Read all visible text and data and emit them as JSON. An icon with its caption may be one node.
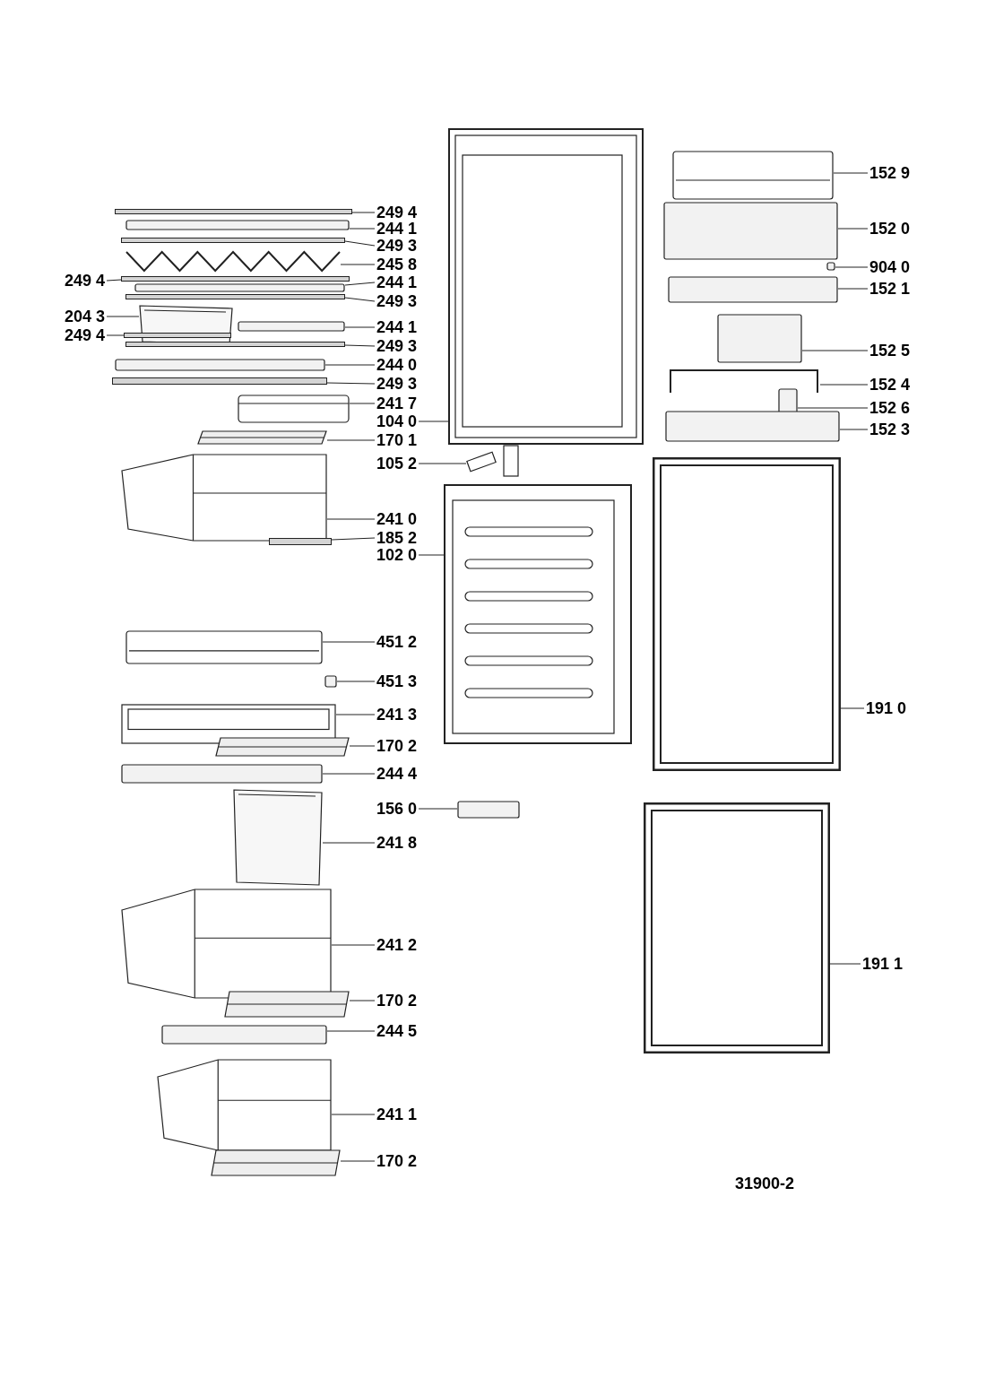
{
  "diagram": {
    "nodes": [
      {
        "text": [
          "249 4"
        ]
      },
      {
        "text": [
          "244 1"
        ]
      },
      {
        "text": [
          "249 3"
        ]
      },
      {
        "text": [
          "245 8"
        ]
      },
      {
        "text": [
          "249 4"
        ]
      },
      {
        "text": [
          "244 1"
        ]
      },
      {
        "text": [
          "249 3"
        ]
      },
      {
        "text": [
          "204 3"
        ]
      },
      {
        "text": [
          "244 1"
        ]
      },
      {
        "text": [
          "249 4"
        ]
      },
      {
        "text": [
          "249 3"
        ]
      },
      {
        "text": [
          "244 0"
        ]
      },
      {
        "text": [
          "249 3"
        ]
      },
      {
        "text": [
          "241 7"
        ]
      },
      {
        "text": [
          "104 0"
        ]
      },
      {
        "text": [
          "170 1"
        ]
      },
      {
        "text": [
          "105 2"
        ]
      },
      {
        "text": [
          "241 0"
        ]
      },
      {
        "text": [
          "185 2"
        ]
      },
      {
        "text": [
          "102 0"
        ]
      },
      {
        "text": [
          "451 2"
        ]
      },
      {
        "text": [
          "451 3"
        ]
      },
      {
        "text": [
          "241 3"
        ]
      },
      {
        "text": [
          "170 2"
        ]
      },
      {
        "text": [
          "244 4"
        ]
      },
      {
        "text": [
          "156 0"
        ]
      },
      {
        "text": [
          "241 8"
        ]
      },
      {
        "text": [
          "241 2"
        ]
      },
      {
        "text": [
          "170 2"
        ]
      },
      {
        "text": [
          "244 5"
        ]
      },
      {
        "text": [
          "241 1"
        ]
      },
      {
        "text": [
          "170 2"
        ]
      },
      {
        "text": [
          "152 9"
        ]
      },
      {
        "text": [
          "152 0"
        ]
      },
      {
        "text": [
          "904 0"
        ]
      },
      {
        "text": [
          "152 1"
        ]
      },
      {
        "text": [
          "152 5"
        ]
      },
      {
        "text": [
          "152 4"
        ]
      },
      {
        "text": [
          "152 6"
        ]
      },
      {
        "text": [
          "152 3"
        ]
      },
      {
        "text": [
          "191 0"
        ]
      },
      {
        "text": [
          "191 1"
        ]
      },
      {
        "text": [],
        "shape": "bar"
      },
      {
        "text": [],
        "shape": "box"
      },
      {
        "text": [],
        "shape": "bar"
      },
      {
        "text": [],
        "shape": "picture"
      },
      {
        "text": [],
        "shape": "bar"
      },
      {
        "text": [],
        "shape": "box"
      },
      {
        "text": [],
        "shape": "bar"
      },
      {
        "text": [],
        "shape": "picture"
      },
      {
        "text": [],
        "shape": "box"
      },
      {
        "text": [],
        "shape": "bar"
      },
      {
        "text": [],
        "shape": "bar"
      },
      {
        "text": [],
        "shape": "box"
      },
      {
        "text": [],
        "shape": "bar"
      },
      {
        "text": [],
        "shape": "picture"
      },
      {
        "text": [],
        "shape": "picture"
      },
      {
        "text": [],
        "shape": "picture"
      },
      {
        "text": [],
        "shape": "picture"
      },
      {
        "text": [],
        "shape": "picture"
      },
      {
        "text": [],
        "shape": "bar"
      },
      {
        "text": [],
        "shape": "picture"
      },
      {
        "text": [],
        "shape": "picture"
      },
      {
        "text": [],
        "shape": "box"
      },
      {
        "text": [],
        "shape": "picture"
      },
      {
        "text": [],
        "shape": "picture"
      },
      {
        "text": [],
        "shape": "box"
      },
      {
        "text": [],
        "shape": "box"
      },
      {
        "text": [],
        "shape": "picture"
      },
      {
        "text": [],
        "shape": "picture"
      },
      {
        "text": [],
        "shape": "picture"
      },
      {
        "text": [],
        "shape": "box"
      },
      {
        "text": [],
        "shape": "picture"
      },
      {
        "text": [],
        "shape": "picture"
      },
      {
        "text": [],
        "shape": "picture"
      },
      {
        "text": [],
        "shape": "box"
      },
      {
        "text": [],
        "shape": "box"
      },
      {
        "text": [],
        "shape": "box"
      },
      {
        "text": [],
        "shape": "box"
      },
      {
        "text": [],
        "shape": "picture"
      },
      {
        "text": [],
        "shape": "box"
      },
      {
        "text": [],
        "shape": "box"
      },
      {
        "text": [],
        "shape": "picture"
      },
      {
        "text": [],
        "shape": "picture"
      }
    ],
    "edges": [
      {
        "from": 0,
        "to": 42,
        "arrow": "none"
      },
      {
        "from": 1,
        "to": 43,
        "arrow": "none"
      },
      {
        "from": 2,
        "to": 44,
        "arrow": "none"
      },
      {
        "from": 3,
        "to": 45,
        "arrow": "none"
      },
      {
        "from": 4,
        "to": 46,
        "arrow": "none"
      },
      {
        "from": 5,
        "to": 47,
        "arrow": "none"
      },
      {
        "from": 6,
        "to": 48,
        "arrow": "none"
      },
      {
        "from": 7,
        "to": 49,
        "arrow": "none"
      },
      {
        "from": 8,
        "to": 50,
        "arrow": "none"
      },
      {
        "from": 9,
        "to": 51,
        "arrow": "none"
      },
      {
        "from": 10,
        "to": 52,
        "arrow": "none"
      },
      {
        "from": 11,
        "to": 53,
        "arrow": "none"
      },
      {
        "from": 12,
        "to": 54,
        "arrow": "none"
      },
      {
        "from": 13,
        "to": 55,
        "arrow": "none"
      },
      {
        "from": 14,
        "to": 56,
        "arrow": "none"
      },
      {
        "from": 15,
        "to": 57,
        "arrow": "none"
      },
      {
        "from": 16,
        "to": 58,
        "arrow": "none"
      },
      {
        "from": 17,
        "to": 59,
        "arrow": "none"
      },
      {
        "from": 18,
        "to": 60,
        "arrow": "none"
      },
      {
        "from": 19,
        "to": 61,
        "arrow": "none"
      },
      {
        "from": 20,
        "to": 62,
        "arrow": "none"
      },
      {
        "from": 21,
        "to": 63,
        "arrow": "none"
      },
      {
        "from": 22,
        "to": 64,
        "arrow": "none"
      },
      {
        "from": 23,
        "to": 65,
        "arrow": "none"
      },
      {
        "from": 24,
        "to": 66,
        "arrow": "none"
      },
      {
        "from": 25,
        "to": 67,
        "arrow": "none"
      },
      {
        "from": 26,
        "to": 68,
        "arrow": "none"
      },
      {
        "from": 27,
        "to": 69,
        "arrow": "none"
      },
      {
        "from": 28,
        "to": 70,
        "arrow": "none"
      },
      {
        "from": 29,
        "to": 71,
        "arrow": "none"
      },
      {
        "from": 30,
        "to": 72,
        "arrow": "none"
      },
      {
        "from": 31,
        "to": 73,
        "arrow": "none"
      },
      {
        "from": 32,
        "to": 74,
        "arrow": "none"
      },
      {
        "from": 33,
        "to": 75,
        "arrow": "none"
      },
      {
        "from": 34,
        "to": 76,
        "arrow": "none"
      },
      {
        "from": 35,
        "to": 77,
        "arrow": "none"
      },
      {
        "from": 36,
        "to": 78,
        "arrow": "none"
      },
      {
        "from": 37,
        "to": 79,
        "arrow": "none"
      },
      {
        "from": 38,
        "to": 80,
        "arrow": "none"
      },
      {
        "from": 39,
        "to": 81,
        "arrow": "none"
      },
      {
        "from": 40,
        "to": 82,
        "arrow": "none"
      },
      {
        "from": 41,
        "to": 83,
        "arrow": "none"
      }
    ],
    "labels": [
      "31900-2"
    ]
  }
}
